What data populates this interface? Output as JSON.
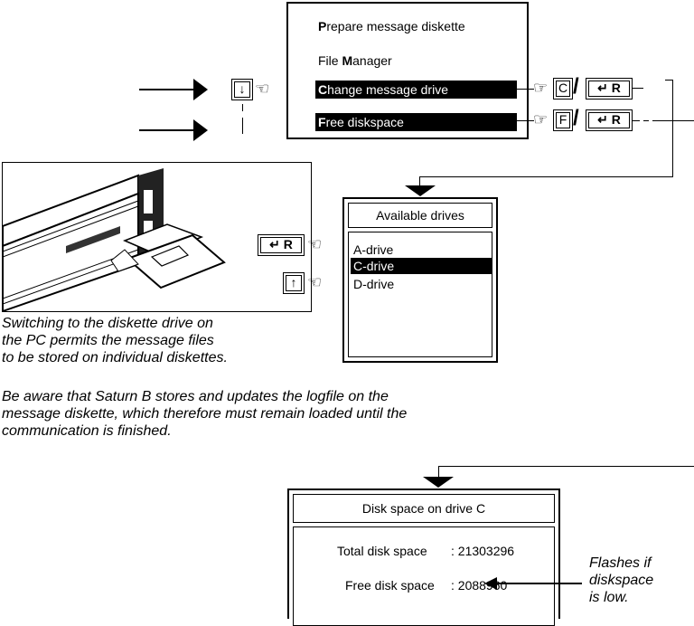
{
  "main_menu": {
    "items": [
      {
        "hot": "P",
        "rest": "repare message diskette"
      },
      {
        "pre": "File ",
        "hot": "M",
        "rest": "anager"
      },
      {
        "hot": "C",
        "rest": "hange message drive"
      },
      {
        "hot": "F",
        "rest": "ree diskspace"
      }
    ]
  },
  "keys": {
    "down": "↓",
    "up": "↑",
    "c": "C",
    "f": "F",
    "enter": "↵ R",
    "enter_symbol": "↵",
    "enter_letter": "R"
  },
  "drives_panel": {
    "title": "Available drives",
    "items": [
      "A-drive",
      "C-drive",
      "D-drive"
    ],
    "selected": "C-drive"
  },
  "diskspace_panel": {
    "title": "Disk space on drive C",
    "total_label": "Total disk space",
    "total_value": ": 21303296",
    "free_label": "Free disk space",
    "free_value": ": 2088960"
  },
  "captions": {
    "switching": [
      "Switching to the diskette drive on",
      "the PC permits the message files",
      "to be stored on individual diskettes."
    ],
    "aware": [
      "Be aware that Saturn B stores and updates the logfile on the",
      "message diskette, which therefore must remain loaded until the",
      "communication is finished."
    ],
    "flashes": [
      "Flashes if",
      "diskspace",
      "is low."
    ]
  }
}
